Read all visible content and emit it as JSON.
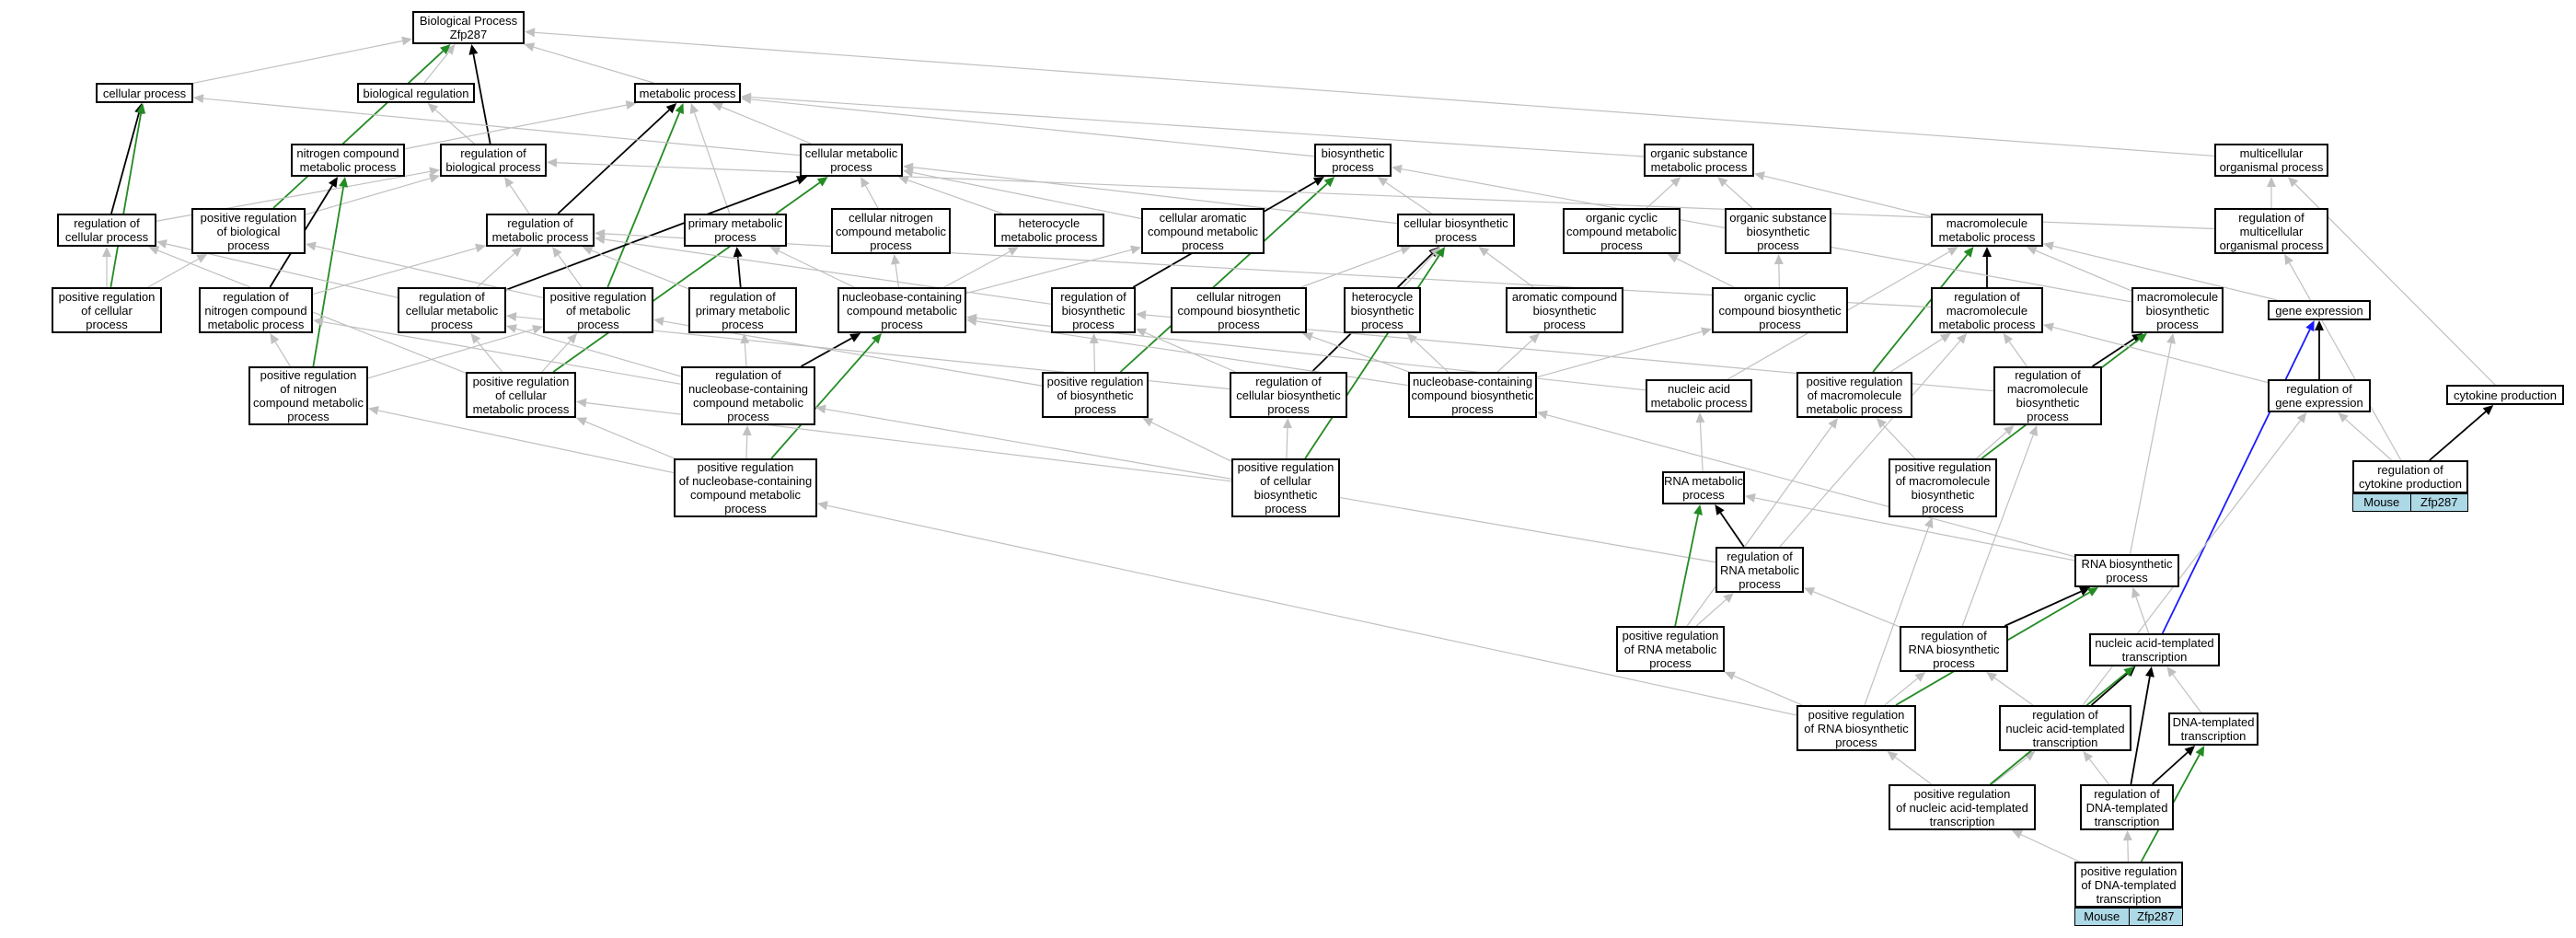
{
  "colors": {
    "is_a": "#c0c0c0",
    "part_of": "#000000",
    "positively_regulates": "#228b22",
    "has_part": "#1a1aff",
    "tag_bg": "#add8e6"
  },
  "nodes": {
    "root": [
      "Biological Process",
      "Zfp287"
    ],
    "cp": [
      "cellular process"
    ],
    "br": [
      "biological regulation"
    ],
    "mp": [
      "metabolic process"
    ],
    "ncmp": [
      "nitrogen compound",
      "metabolic process"
    ],
    "rbp": [
      "regulation of",
      "biological process"
    ],
    "cmp": [
      "cellular metabolic",
      "process"
    ],
    "bsp": [
      "biosynthetic",
      "process"
    ],
    "osmp": [
      "organic substance",
      "metabolic process"
    ],
    "mop": [
      "multicellular",
      "organismal process"
    ],
    "rcp": [
      "regulation of",
      "cellular process"
    ],
    "prbp": [
      "positive regulation",
      "of biological",
      "process"
    ],
    "rmp": [
      "regulation of",
      "metabolic process"
    ],
    "pmp": [
      "primary metabolic",
      "process"
    ],
    "cncmp": [
      "cellular nitrogen",
      "compound metabolic",
      "process"
    ],
    "hmp": [
      "heterocycle",
      "metabolic process"
    ],
    "acmp": [
      "cellular aromatic",
      "compound metabolic",
      "process"
    ],
    "cbp": [
      "cellular biosynthetic",
      "process"
    ],
    "occmp": [
      "organic cyclic",
      "compound metabolic",
      "process"
    ],
    "osbp": [
      "organic substance",
      "biosynthetic",
      "process"
    ],
    "mmp": [
      "macromolecule",
      "metabolic process"
    ],
    "rmop": [
      "regulation of",
      "multicellular",
      "organismal process"
    ],
    "prcp": [
      "positive regulation",
      "of cellular",
      "process"
    ],
    "rncmp": [
      "regulation of",
      "nitrogen compound",
      "metabolic process"
    ],
    "rcmp": [
      "regulation of",
      "cellular metabolic",
      "process"
    ],
    "prmp": [
      "positive regulation",
      "of metabolic",
      "process"
    ],
    "rpmp": [
      "regulation of",
      "primary metabolic",
      "process"
    ],
    "nbcmp": [
      "nucleobase-containing",
      "compound metabolic",
      "process"
    ],
    "rbsp": [
      "regulation of",
      "biosynthetic",
      "process"
    ],
    "cncbp": [
      "cellular nitrogen",
      "compound biosynthetic",
      "process"
    ],
    "hbp": [
      "heterocycle",
      "biosynthetic",
      "process"
    ],
    "acbp": [
      "aromatic compound",
      "biosynthetic",
      "process"
    ],
    "occbp": [
      "organic cyclic",
      "compound biosynthetic",
      "process"
    ],
    "rmmp": [
      "regulation of",
      "macromolecule",
      "metabolic process"
    ],
    "mbp": [
      "macromolecule",
      "biosynthetic",
      "process"
    ],
    "ge": [
      "gene expression"
    ],
    "prncmp": [
      "positive regulation",
      "of nitrogen",
      "compound metabolic",
      "process"
    ],
    "prcmp": [
      "positive regulation",
      "of cellular",
      "metabolic process"
    ],
    "rnbcmp": [
      "regulation of",
      "nucleobase-containing",
      "compound metabolic",
      "process"
    ],
    "prbsp": [
      "positive regulation",
      "of biosynthetic",
      "process"
    ],
    "rcbp": [
      "regulation of",
      "cellular biosynthetic",
      "process"
    ],
    "nbcbp": [
      "nucleobase-containing",
      "compound biosynthetic",
      "process"
    ],
    "namp": [
      "nucleic acid",
      "metabolic process"
    ],
    "prmmp": [
      "positive regulation",
      "of macromolecule",
      "metabolic process"
    ],
    "rmbp": [
      "regulation of",
      "macromolecule",
      "biosynthetic",
      "process"
    ],
    "rge": [
      "regulation of",
      "gene expression"
    ],
    "cyp": [
      "cytokine production"
    ],
    "prnbcmp": [
      "positive regulation",
      "of nucleobase-containing",
      "compound metabolic",
      "process"
    ],
    "prcbp": [
      "positive regulation",
      "of cellular",
      "biosynthetic",
      "process"
    ],
    "rnamp": [
      "RNA metabolic",
      "process"
    ],
    "prmbp": [
      "positive regulation",
      "of macromolecule",
      "biosynthetic",
      "process"
    ],
    "rcyp": [
      "regulation of",
      "cytokine production"
    ],
    "rrnamp": [
      "regulation of",
      "RNA metabolic",
      "process"
    ],
    "rnabp": [
      "RNA biosynthetic",
      "process"
    ],
    "prrnamp": [
      "positive regulation",
      "of RNA metabolic",
      "process"
    ],
    "rrnabp": [
      "regulation of",
      "RNA biosynthetic",
      "process"
    ],
    "natt": [
      "nucleic acid-templated",
      "transcription"
    ],
    "prrnabp": [
      "positive regulation",
      "of RNA biosynthetic",
      "process"
    ],
    "rnatt": [
      "regulation of",
      "nucleic acid-templated",
      "transcription"
    ],
    "dtt": [
      "DNA-templated",
      "transcription"
    ],
    "prnatt": [
      "positive regulation",
      "of nucleic acid-templated",
      "transcription"
    ],
    "rdtt": [
      "regulation of",
      "DNA-templated",
      "transcription"
    ],
    "prdtt": [
      "positive regulation",
      "of DNA-templated",
      "transcription"
    ]
  },
  "tags": {
    "rcyp": [
      "Mouse",
      "Zfp287"
    ],
    "prdtt": [
      "Mouse",
      "Zfp287"
    ]
  },
  "edges": [
    [
      "cp",
      "root",
      "is_a"
    ],
    [
      "br",
      "root",
      "is_a"
    ],
    [
      "rbp",
      "root",
      "part_of"
    ],
    [
      "mp",
      "root",
      "is_a"
    ],
    [
      "prbp",
      "root",
      "positively_regulates"
    ],
    [
      "mop",
      "root",
      "is_a"
    ],
    [
      "rbp",
      "br",
      "is_a"
    ],
    [
      "ncmp",
      "mp",
      "is_a"
    ],
    [
      "cmp",
      "mp",
      "is_a"
    ],
    [
      "pmp",
      "mp",
      "is_a"
    ],
    [
      "bsp",
      "mp",
      "is_a"
    ],
    [
      "osmp",
      "mp",
      "is_a"
    ],
    [
      "rmp",
      "mp",
      "part_of"
    ],
    [
      "prmp",
      "mp",
      "positively_regulates"
    ],
    [
      "cmp",
      "cp",
      "is_a"
    ],
    [
      "rcp",
      "cp",
      "part_of"
    ],
    [
      "rcp",
      "rbp",
      "is_a"
    ],
    [
      "prcp",
      "cp",
      "positively_regulates"
    ],
    [
      "prbp",
      "rbp",
      "is_a"
    ],
    [
      "rmp",
      "rbp",
      "is_a"
    ],
    [
      "prncmp",
      "ncmp",
      "positively_regulates"
    ],
    [
      "rncmp",
      "ncmp",
      "part_of"
    ],
    [
      "rcmp",
      "cmp",
      "part_of"
    ],
    [
      "prcmp",
      "cmp",
      "positively_regulates"
    ],
    [
      "cncmp",
      "cmp",
      "is_a"
    ],
    [
      "hmp",
      "cmp",
      "is_a"
    ],
    [
      "acmp",
      "cmp",
      "is_a"
    ],
    [
      "cbp",
      "cmp",
      "is_a"
    ],
    [
      "rbsp",
      "bsp",
      "part_of"
    ],
    [
      "prbsp",
      "bsp",
      "positively_regulates"
    ],
    [
      "cbp",
      "bsp",
      "is_a"
    ],
    [
      "occmp",
      "osmp",
      "is_a"
    ],
    [
      "osbp",
      "osmp",
      "is_a"
    ],
    [
      "mmp",
      "osmp",
      "is_a"
    ],
    [
      "rmop",
      "mop",
      "is_a"
    ],
    [
      "rmop",
      "rbp",
      "is_a"
    ],
    [
      "cyp",
      "mop",
      "is_a"
    ],
    [
      "prcp",
      "rcp",
      "is_a"
    ],
    [
      "prcp",
      "prbp",
      "is_a"
    ],
    [
      "rcmp",
      "rcp",
      "is_a"
    ],
    [
      "rcmp",
      "rmp",
      "is_a"
    ],
    [
      "prmp",
      "rmp",
      "is_a"
    ],
    [
      "prmp",
      "prbp",
      "is_a"
    ],
    [
      "rncmp",
      "rmp",
      "is_a"
    ],
    [
      "rpmp",
      "rmp",
      "is_a"
    ],
    [
      "rpmp",
      "pmp",
      "part_of"
    ],
    [
      "nbcmp",
      "pmp",
      "is_a"
    ],
    [
      "nbcmp",
      "cncmp",
      "is_a"
    ],
    [
      "nbcmp",
      "hmp",
      "is_a"
    ],
    [
      "nbcmp",
      "acmp",
      "is_a"
    ],
    [
      "rbsp",
      "rmp",
      "is_a"
    ],
    [
      "rcbp",
      "cbp",
      "part_of"
    ],
    [
      "cncbp",
      "cbp",
      "is_a"
    ],
    [
      "hbp",
      "cbp",
      "is_a"
    ],
    [
      "acbp",
      "cbp",
      "is_a"
    ],
    [
      "occbp",
      "occmp",
      "is_a"
    ],
    [
      "occbp",
      "osbp",
      "is_a"
    ],
    [
      "mbp",
      "mmp",
      "is_a"
    ],
    [
      "rmmp",
      "mmp",
      "part_of"
    ],
    [
      "prmmp",
      "mmp",
      "positively_regulates"
    ],
    [
      "ge",
      "mmp",
      "is_a"
    ],
    [
      "mbp",
      "bsp",
      "is_a"
    ],
    [
      "prncmp",
      "rncmp",
      "is_a"
    ],
    [
      "prncmp",
      "prmp",
      "is_a"
    ],
    [
      "prcmp",
      "rcmp",
      "is_a"
    ],
    [
      "prcmp",
      "prmp",
      "is_a"
    ],
    [
      "rnbcmp",
      "rpmp",
      "is_a"
    ],
    [
      "rnbcmp",
      "nbcmp",
      "part_of"
    ],
    [
      "rnbcmp",
      "rcmp",
      "is_a"
    ],
    [
      "rnbcmp",
      "rncmp",
      "is_a"
    ],
    [
      "prbsp",
      "rbsp",
      "is_a"
    ],
    [
      "prbsp",
      "prmp",
      "is_a"
    ],
    [
      "rcbp",
      "rbsp",
      "is_a"
    ],
    [
      "rcbp",
      "rcmp",
      "is_a"
    ],
    [
      "nbcbp",
      "nbcmp",
      "is_a"
    ],
    [
      "nbcbp",
      "cncbp",
      "is_a"
    ],
    [
      "nbcbp",
      "hbp",
      "is_a"
    ],
    [
      "nbcbp",
      "acbp",
      "is_a"
    ],
    [
      "nbcbp",
      "occbp",
      "is_a"
    ],
    [
      "namp",
      "nbcmp",
      "is_a"
    ],
    [
      "namp",
      "mmp",
      "is_a"
    ],
    [
      "rmmp",
      "rmp",
      "is_a"
    ],
    [
      "rmbp",
      "rmmp",
      "is_a"
    ],
    [
      "rmbp",
      "rbsp",
      "is_a"
    ],
    [
      "rmbp",
      "mbp",
      "part_of"
    ],
    [
      "prmmp",
      "rmmp",
      "is_a"
    ],
    [
      "prmbp",
      "mbp",
      "positively_regulates"
    ],
    [
      "prmbp",
      "rmbp",
      "is_a"
    ],
    [
      "prmbp",
      "prmmp",
      "is_a"
    ],
    [
      "rge",
      "ge",
      "part_of"
    ],
    [
      "rge",
      "rmmp",
      "is_a"
    ],
    [
      "rcyp",
      "cyp",
      "part_of"
    ],
    [
      "rcyp",
      "rge",
      "is_a"
    ],
    [
      "rcyp",
      "rmop",
      "is_a"
    ],
    [
      "prnbcmp",
      "nbcmp",
      "positively_regulates"
    ],
    [
      "prnbcmp",
      "rnbcmp",
      "is_a"
    ],
    [
      "prnbcmp",
      "prcmp",
      "is_a"
    ],
    [
      "prnbcmp",
      "prncmp",
      "is_a"
    ],
    [
      "prcbp",
      "cbp",
      "positively_regulates"
    ],
    [
      "prcbp",
      "rcbp",
      "is_a"
    ],
    [
      "prcbp",
      "prbsp",
      "is_a"
    ],
    [
      "prcbp",
      "prcmp",
      "is_a"
    ],
    [
      "rnamp",
      "namp",
      "is_a"
    ],
    [
      "rrnamp",
      "rnamp",
      "part_of"
    ],
    [
      "rrnamp",
      "rnbcmp",
      "is_a"
    ],
    [
      "rrnamp",
      "rmmp",
      "is_a"
    ],
    [
      "prrnamp",
      "rnamp",
      "positively_regulates"
    ],
    [
      "prrnamp",
      "rrnamp",
      "is_a"
    ],
    [
      "prrnamp",
      "prmmp",
      "is_a"
    ],
    [
      "rnabp",
      "rnamp",
      "is_a"
    ],
    [
      "rnabp",
      "mbp",
      "is_a"
    ],
    [
      "rnabp",
      "nbcbp",
      "is_a"
    ],
    [
      "rrnabp",
      "rnabp",
      "part_of"
    ],
    [
      "rrnabp",
      "rrnamp",
      "is_a"
    ],
    [
      "rrnabp",
      "rmbp",
      "is_a"
    ],
    [
      "natt",
      "rnabp",
      "is_a"
    ],
    [
      "natt",
      "ge",
      "has_part"
    ],
    [
      "prrnabp",
      "rrnabp",
      "is_a"
    ],
    [
      "prrnabp",
      "prrnamp",
      "is_a"
    ],
    [
      "prrnabp",
      "prmbp",
      "is_a"
    ],
    [
      "prrnabp",
      "rnabp",
      "positively_regulates"
    ],
    [
      "prrnabp",
      "prnbcmp",
      "is_a"
    ],
    [
      "rnatt",
      "natt",
      "part_of"
    ],
    [
      "rnatt",
      "rrnabp",
      "is_a"
    ],
    [
      "rnatt",
      "rge",
      "is_a"
    ],
    [
      "dtt",
      "natt",
      "is_a"
    ],
    [
      "prnatt",
      "rnatt",
      "is_a"
    ],
    [
      "prnatt",
      "prrnabp",
      "is_a"
    ],
    [
      "prnatt",
      "natt",
      "positively_regulates"
    ],
    [
      "rdtt",
      "dtt",
      "part_of"
    ],
    [
      "rdtt",
      "rnatt",
      "is_a"
    ],
    [
      "rdtt",
      "natt",
      "part_of"
    ],
    [
      "prdtt",
      "rdtt",
      "is_a"
    ],
    [
      "prdtt",
      "prnatt",
      "is_a"
    ],
    [
      "prdtt",
      "dtt",
      "positively_regulates"
    ],
    [
      "prcmp",
      "rcp",
      "is_a"
    ]
  ]
}
